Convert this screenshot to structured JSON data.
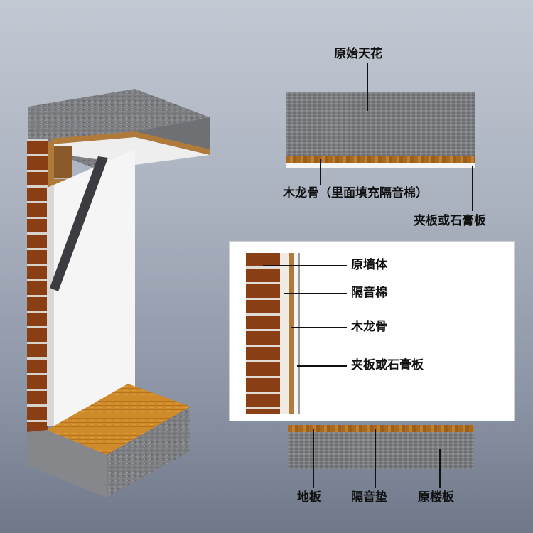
{
  "colors": {
    "brick": "#8a3e14",
    "mortar": "#e6e6e6",
    "concrete": "#7e7f83",
    "wood_batten": "#b07a3a",
    "floor_wood": "#cf8a2a",
    "white_panel": "#f6f6f6"
  },
  "top_detail": {
    "ceiling_label": "原始天花",
    "batten_label": "木龙骨（里面填充隔音棉）",
    "board_label": "夹板或石膏板"
  },
  "wall_detail": {
    "labels": [
      "原墙体",
      "隔音棉",
      "木龙骨",
      "夹板或石膏板"
    ]
  },
  "floor_detail": {
    "labels": [
      "地板",
      "隔音垫",
      "原楼板"
    ]
  }
}
